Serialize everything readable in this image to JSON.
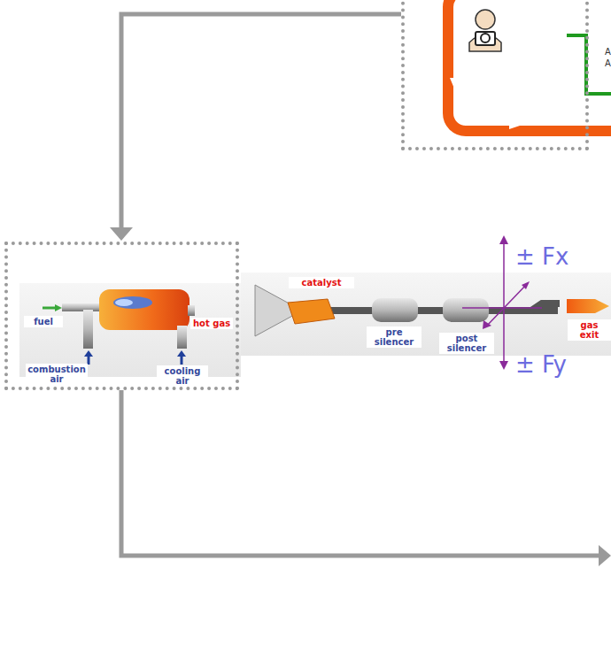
{
  "diagram": {
    "nodes": [
      {
        "text": [
          "A",
          "A"
        ]
      },
      {
        "text": [
          "fuel",
          "combustion air",
          "cooling air",
          "hot gas"
        ]
      }
    ],
    "edges": [
      {
        "from": 0,
        "to": 1,
        "arrow": "to"
      }
    ],
    "labels": [
      "catalyst",
      "pre silencer",
      "post silencer",
      "gas exit",
      "± Fx",
      "± Fy"
    ]
  }
}
